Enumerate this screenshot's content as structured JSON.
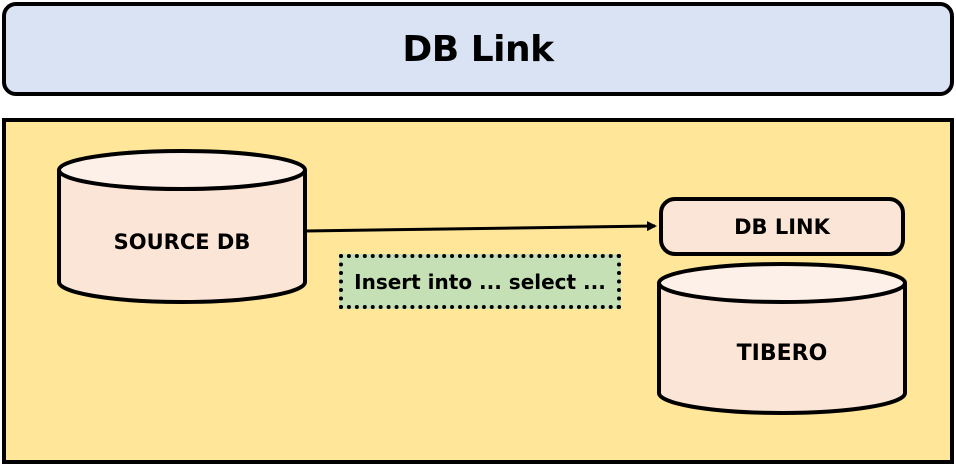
{
  "header": {
    "title": "DB Link"
  },
  "diagram": {
    "source_db": {
      "label": "SOURCE DB"
    },
    "target_link": {
      "label": "DB LINK"
    },
    "target_db": {
      "label": "TIBERO"
    },
    "connector_note": {
      "label": "Insert into ... select ..."
    },
    "colors": {
      "title_bg": "#dae3f3",
      "panel_bg": "#ffe699",
      "db_body": "#fbe5d6",
      "db_top": "#fdf0e8",
      "note_bg": "#c5e0b4",
      "stroke": "#000000"
    }
  }
}
